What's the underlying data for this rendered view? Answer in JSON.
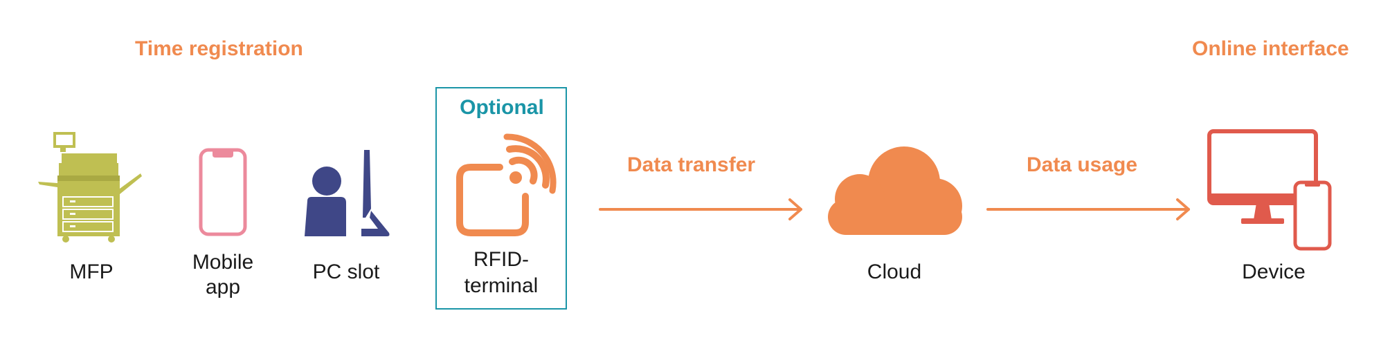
{
  "colors": {
    "orange": "#f08a4f",
    "teal": "#1a95a7",
    "olive": "#bfbf52",
    "pink": "#ec8a9c",
    "navy": "#3f4787",
    "red": "#e05a4c",
    "text": "#1a1a1a"
  },
  "headings": {
    "time_registration": "Time registration",
    "online_interface": "Online interface",
    "optional": "Optional",
    "data_transfer": "Data transfer",
    "data_usage": "Data usage"
  },
  "nodes": {
    "mfp": {
      "label": "MFP",
      "icon": "printer-icon"
    },
    "mobile": {
      "label_line1": "Mobile",
      "label_line2": "app",
      "icon": "smartphone-icon"
    },
    "pc": {
      "label": "PC slot",
      "icon": "person-at-computer-icon"
    },
    "rfid": {
      "label_line1": "RFID-",
      "label_line2": "terminal",
      "icon": "rfid-icon"
    },
    "cloud": {
      "label": "Cloud",
      "icon": "cloud-icon"
    },
    "device": {
      "label": "Device",
      "icon": "monitor-phone-icon"
    }
  }
}
